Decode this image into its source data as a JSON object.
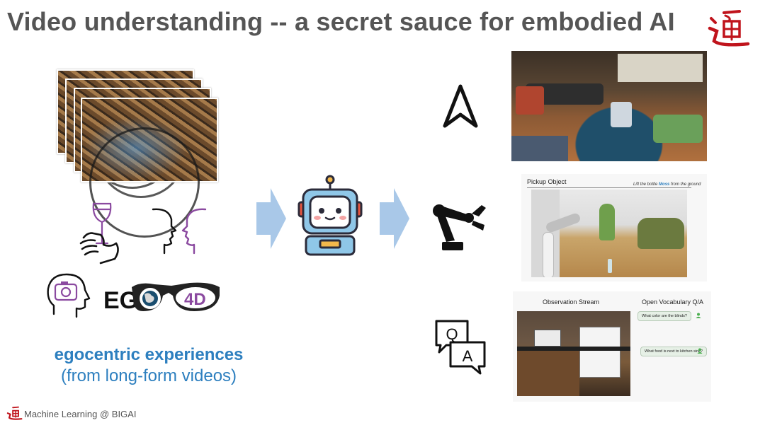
{
  "slide": {
    "title": "Video understanding -- a secret sauce for embodied AI",
    "caption_main": "egocentric experiences",
    "caption_sub": "(from long-form videos)",
    "footer": "Machine Learning @ BIGAI",
    "ego4d_logo": "EGO4D"
  },
  "panels": {
    "manipulation": {
      "label": "Pickup Object",
      "quote_pre": "Lift the bottle ",
      "quote_highlight": "Moss",
      "quote_post": " from the ground"
    },
    "qa": {
      "stream_label": "Observation Stream",
      "qa_label": "Open Vocabulary Q/A",
      "question_1": "What color are the blinds?",
      "question_2": "What food is next to kitchen sink?"
    }
  },
  "icons": {
    "qa_q": "Q",
    "qa_a": "A"
  },
  "colors": {
    "title": "#555555",
    "caption": "#2d7fbf",
    "arrow": "#a9c8e8",
    "accent_purple": "#8b4aa0",
    "logo_red": "#c0141c"
  }
}
